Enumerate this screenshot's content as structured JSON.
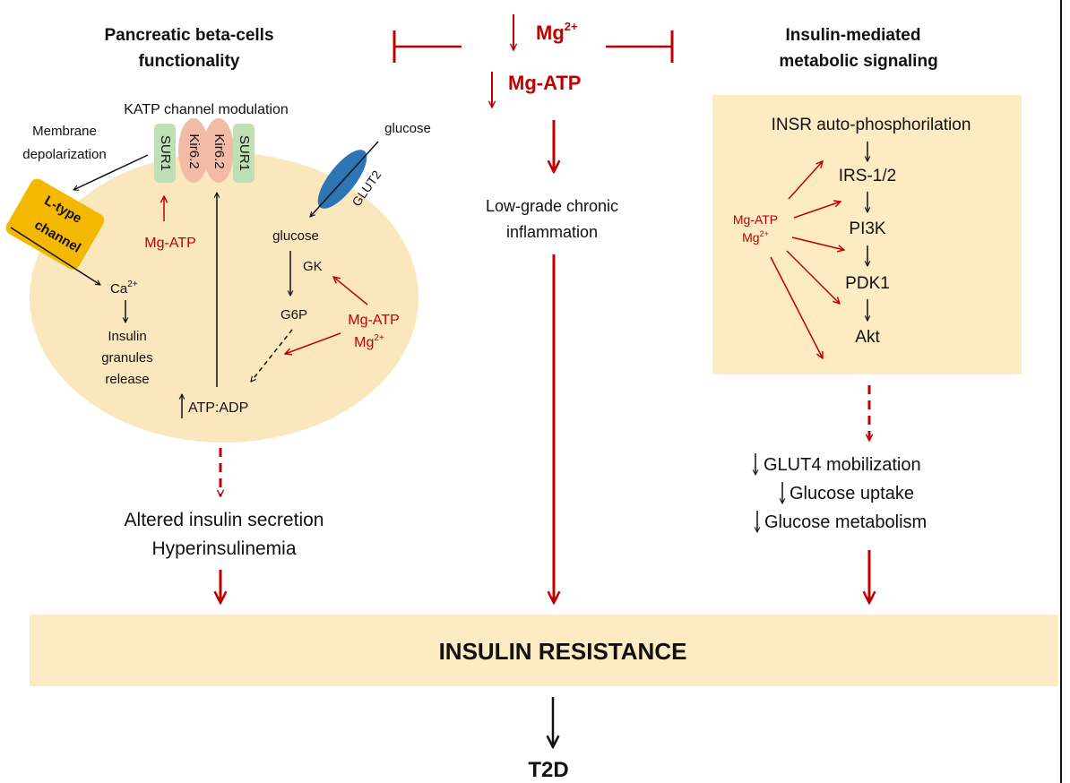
{
  "title_left_line1": "Pancreatic beta-cells",
  "title_left_line2": "functionality",
  "title_right_line1": "Insulin-mediated",
  "title_right_line2": "metabolic signaling",
  "mg_top": "Mg",
  "mg_top_sup": "2+",
  "mg_atp_top": "Mg-ATP",
  "katp_label": "KATP channel modulation",
  "sur1": "SUR1",
  "kir62": "Kir6.2",
  "membrane_line1": "Membrane",
  "membrane_line2": "depolarization",
  "ltype_line1": "L-type",
  "ltype_line2": "channel",
  "glut2": "GLUT2",
  "glucose_outside": "glucose",
  "glucose_inside": "glucose",
  "gk": "GK",
  "g6p": "G6P",
  "mg_atp_channel": "Mg-ATP",
  "mg_atp_gk": "Mg-ATP",
  "mg2_gk": "Mg",
  "mg2_gk_sup": "2+",
  "ca": "Ca",
  "ca_sup": "2+",
  "insulin_line1": "Insulin",
  "insulin_line2": "granules",
  "insulin_line3": "release",
  "atp_adp": "ATP:ADP",
  "altered_secretion": "Altered insulin secretion",
  "hyperinsulinemia": "Hyperinsulinemia",
  "inflammation_line1": "Low-grade chronic",
  "inflammation_line2": "inflammation",
  "insr": "INSR auto-phosphorilation",
  "irs": "IRS-1/2",
  "pi3k": "PI3K",
  "pdk1": "PDK1",
  "akt": "Akt",
  "mg_atp_signal": "Mg-ATP",
  "mg2_signal": "Mg",
  "mg2_signal_sup": "2+",
  "glut4": "GLUT4 mobilization",
  "glucose_uptake": "Glucose uptake",
  "glucose_metabolism": "Glucose metabolism",
  "insulin_resistance": "INSULIN RESISTANCE",
  "t2d": "T2D",
  "colors": {
    "panel_fill": "#fdebc4",
    "cell_fill": "#fbe7bd",
    "red": "#c00000",
    "sur1_fill": "#bfe0b4",
    "kir_fill": "#f2bba6",
    "ltype_fill": "#f5b800",
    "glut2_fill": "#2e75b6"
  }
}
